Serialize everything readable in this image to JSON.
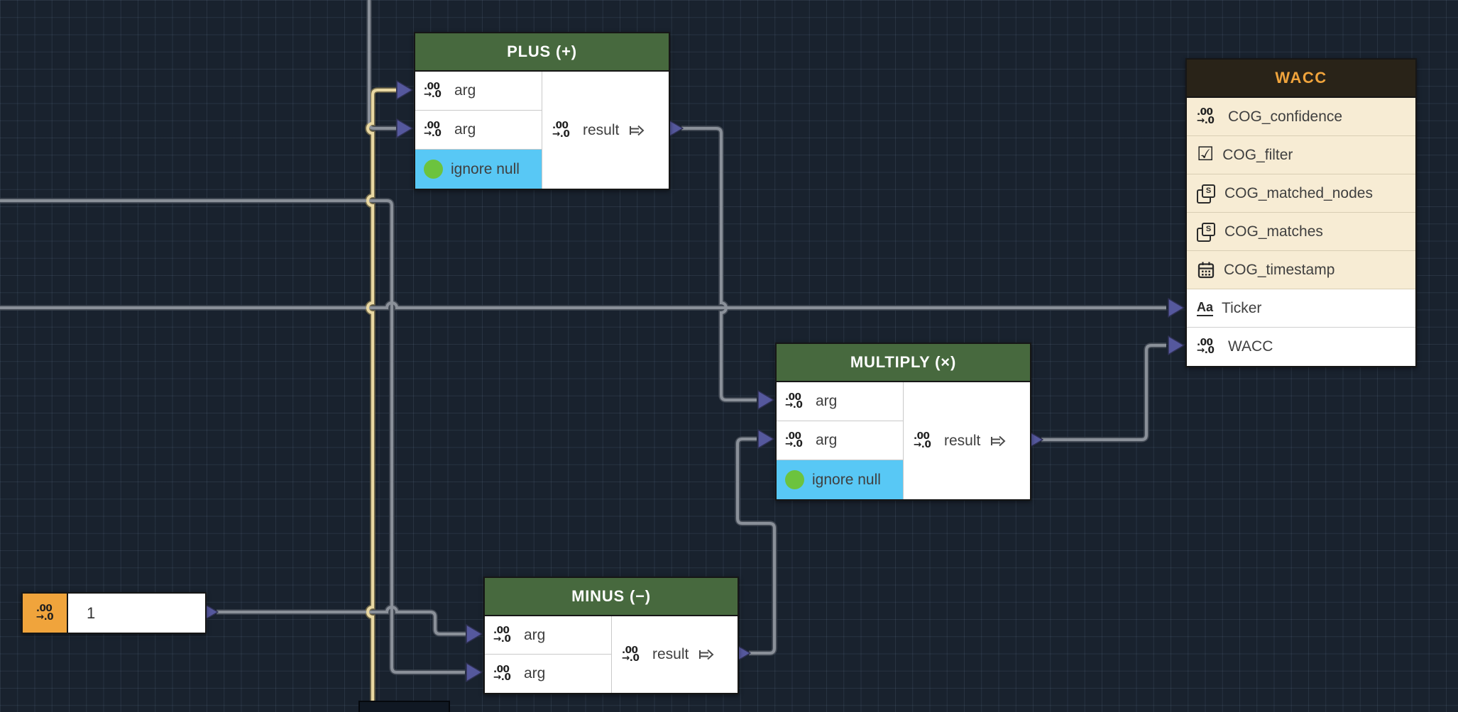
{
  "canvas": {
    "background": "#19222e",
    "grid_color": "#2a3644"
  },
  "colors": {
    "op_header_green": "#47693e",
    "table_header_brown": "#292318",
    "table_header_text_orange": "#f0a43c",
    "cream_row": "#f7ecd4",
    "toggle_row_cyan": "#58c8f5",
    "toggle_dot_green": "#6cc33e",
    "constant_orange": "#f0a43c",
    "wire_gray": "#8a9099",
    "wire_yellow": "#e9d8a2",
    "arrowhead_indigo": "#55589d"
  },
  "icons": {
    "number_top": ".00",
    "number_bottom": "→.0",
    "checkbox": "☑",
    "string_letter": "S",
    "text_icon": "Aa"
  },
  "nodes": {
    "plus": {
      "title": "PLUS (+)",
      "inputs": [
        {
          "label": "arg",
          "icon": "number-icon"
        },
        {
          "label": "arg",
          "icon": "number-icon"
        }
      ],
      "toggle": {
        "label": "ignore null"
      },
      "output": {
        "label": "result",
        "icon": "number-icon"
      }
    },
    "multiply": {
      "title": "MULTIPLY (×)",
      "inputs": [
        {
          "label": "arg",
          "icon": "number-icon"
        },
        {
          "label": "arg",
          "icon": "number-icon"
        }
      ],
      "toggle": {
        "label": "ignore null"
      },
      "output": {
        "label": "result",
        "icon": "number-icon"
      }
    },
    "minus": {
      "title": "MINUS (−)",
      "inputs": [
        {
          "label": "arg",
          "icon": "number-icon"
        },
        {
          "label": "arg",
          "icon": "number-icon"
        }
      ],
      "output": {
        "label": "result",
        "icon": "number-icon"
      }
    },
    "wacc": {
      "title": "WACC",
      "rows": [
        {
          "label": "COG_confidence",
          "icon": "number-icon",
          "style": "cream"
        },
        {
          "label": "COG_filter",
          "icon": "checkbox-icon",
          "style": "cream"
        },
        {
          "label": "COG_matched_nodes",
          "icon": "string-list-icon",
          "style": "cream"
        },
        {
          "label": "COG_matches",
          "icon": "string-list-icon",
          "style": "cream"
        },
        {
          "label": "COG_timestamp",
          "icon": "calendar-icon",
          "style": "cream"
        },
        {
          "label": "Ticker",
          "icon": "text-icon",
          "style": "white"
        },
        {
          "label": "WACC",
          "icon": "number-icon",
          "style": "white"
        }
      ]
    },
    "constant": {
      "value": "1",
      "icon": "number-icon"
    }
  }
}
